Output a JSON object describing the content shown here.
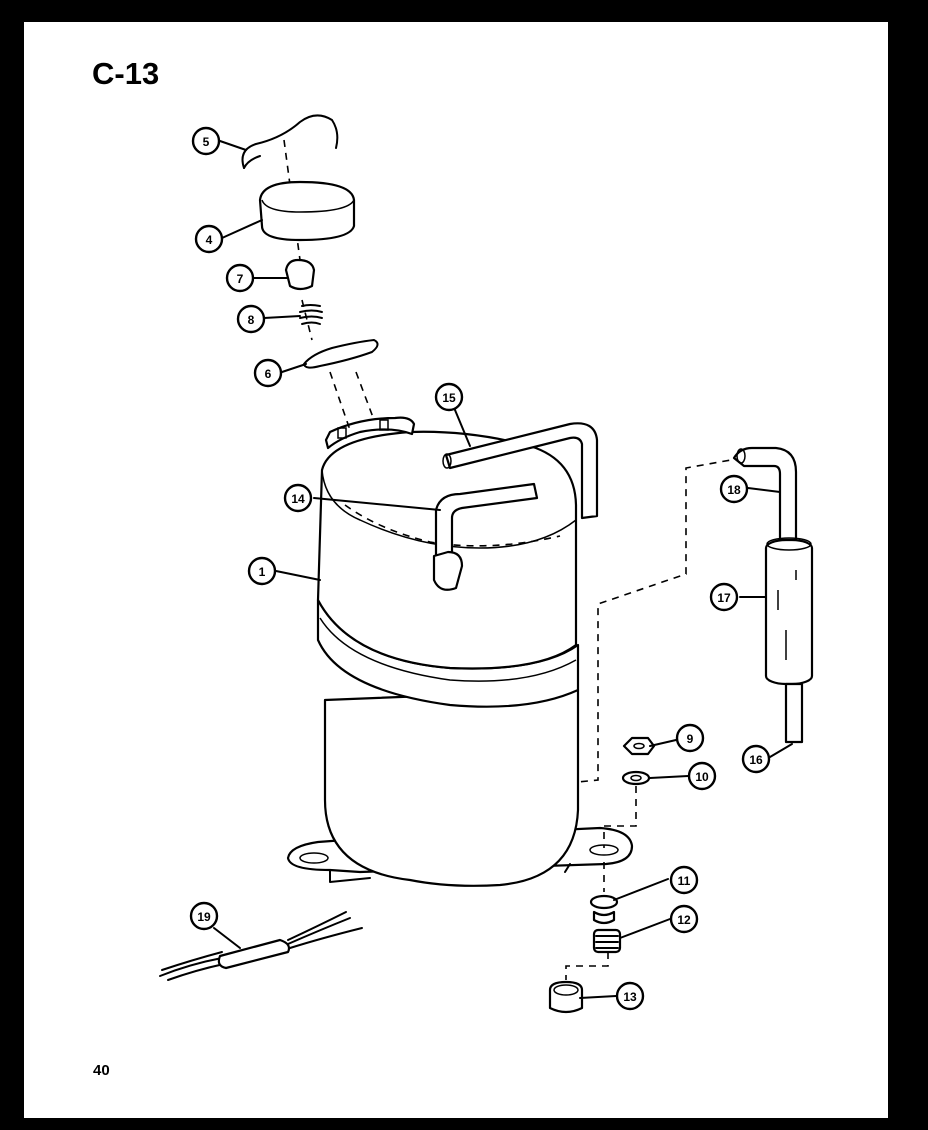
{
  "diagram_id": "C-13",
  "page_number": "40",
  "callouts": [
    "5",
    "4",
    "7",
    "8",
    "6",
    "15",
    "14",
    "1",
    "18",
    "17",
    "9",
    "10",
    "16",
    "11",
    "12",
    "19",
    "13"
  ]
}
